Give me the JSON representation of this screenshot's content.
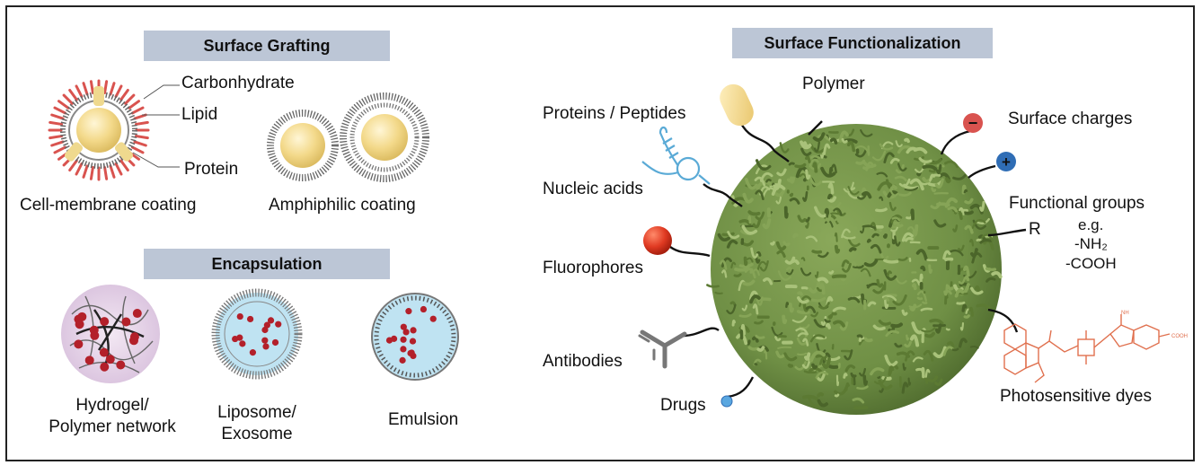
{
  "left": {
    "surface_grafting": {
      "header": "Surface Grafting",
      "callouts": {
        "carbohydrate": "Carbonhydrate",
        "lipid": "Lipid",
        "protein": "Protein"
      },
      "cell_membrane_label": "Cell-membrane coating",
      "amphiphilic_label": "Amphiphilic coating"
    },
    "encapsulation": {
      "header": "Encapsulation",
      "hydrogel_label_line1": "Hydrogel/",
      "hydrogel_label_line2": "Polymer network",
      "liposome_label_line1": "Liposome/",
      "liposome_label_line2": "Exosome",
      "emulsion_label": "Emulsion"
    }
  },
  "right": {
    "header": "Surface Functionalization",
    "polymer": "Polymer",
    "proteins_peptides": "Proteins / Peptides",
    "nucleic_acids": "Nucleic acids",
    "fluorophores": "Fluorophores",
    "antibodies": "Antibodies",
    "drugs": "Drugs",
    "surface_charges": "Surface charges",
    "negative_sign": "−",
    "positive_sign": "+",
    "functional_groups": "Functional groups",
    "r_group": "R",
    "eg": "e.g.",
    "nh2": "-NH₂",
    "cooh": "-COOH",
    "photosensitive_dyes": "Photosensitive dyes",
    "dye_cooh": "COOH",
    "dye_nh": "NH"
  },
  "colors": {
    "header_bg": "#bcc6d6",
    "sphere_green": "#6f8f45",
    "capsule_yellow": "#f3d98a",
    "nucleic_blue": "#5aaad6",
    "fluorophore_red": "#e03a22",
    "negative_red": "#d9534f",
    "positive_blue": "#2f6db5",
    "drug_blue": "#5aa7e0",
    "dye_orange": "#e0704e",
    "liquid_blue": "#bfe3f2",
    "dot_red": "#b3202a"
  }
}
